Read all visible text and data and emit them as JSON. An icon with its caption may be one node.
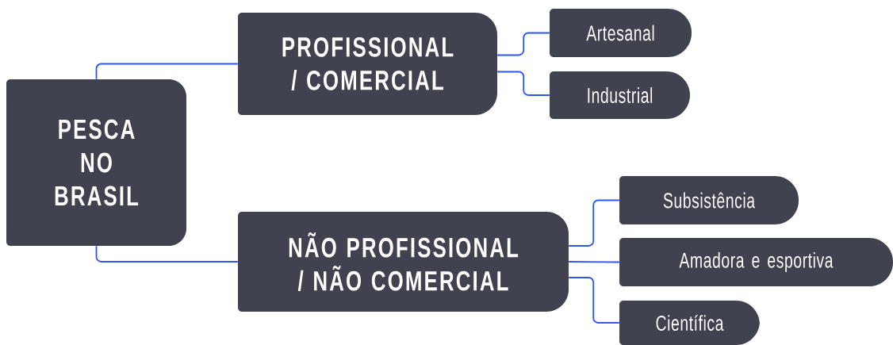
{
  "diagram": {
    "nodes": [
      {
        "text": [
          "PESCA NO BRASIL"
        ]
      },
      {
        "text": [
          "PROFISSIONAL / COMERCIAL"
        ]
      },
      {
        "text": [
          "Artesanal"
        ]
      },
      {
        "text": [
          "Industrial"
        ]
      },
      {
        "text": [
          "NÃO PROFISSIONAL / NÃO COMERCIAL"
        ]
      },
      {
        "text": [
          "Subsistência"
        ]
      },
      {
        "text": [
          "Amadora e esportiva"
        ]
      },
      {
        "text": [
          "Científica"
        ]
      }
    ],
    "edges": [
      {
        "from": 0,
        "to": 1,
        "arrow": "none"
      },
      {
        "from": 0,
        "to": 4,
        "arrow": "none"
      },
      {
        "from": 1,
        "to": 2,
        "arrow": "none"
      },
      {
        "from": 1,
        "to": 3,
        "arrow": "none"
      },
      {
        "from": 4,
        "to": 5,
        "arrow": "none"
      },
      {
        "from": 4,
        "to": 6,
        "arrow": "none"
      },
      {
        "from": 4,
        "to": 7,
        "arrow": "none"
      }
    ]
  }
}
